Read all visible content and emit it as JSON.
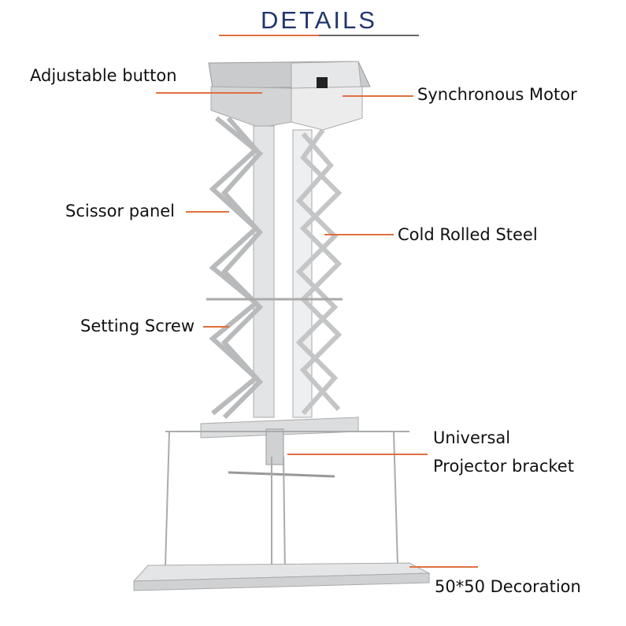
{
  "title": "DETAILS",
  "labels": {
    "adjustable_button": "Adjustable button",
    "synchronous_motor": "Synchronous Motor",
    "scissor_panel": "Scissor panel",
    "cold_rolled_steel": "Cold Rolled Steel",
    "setting_screw": "Setting Screw",
    "universal_line1": "Universal",
    "universal_line2": "Projector bracket",
    "decoration": "50*50 Decoration"
  },
  "colors": {
    "title": "#22366e",
    "leader": "#e07040",
    "metal": "#d8dadc"
  }
}
